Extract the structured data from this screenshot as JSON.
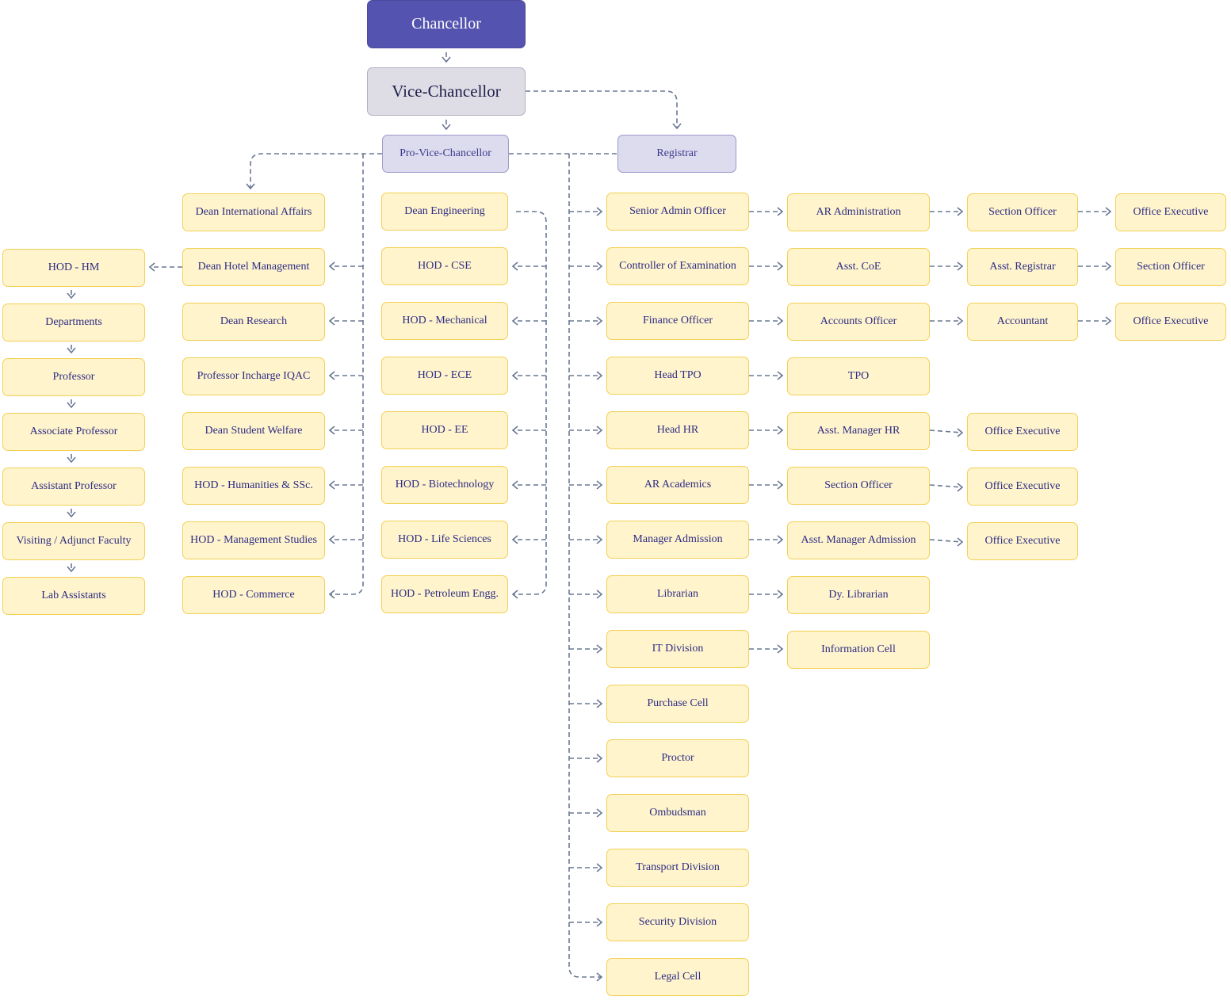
{
  "top": {
    "chancellor": "Chancellor",
    "vice_chancellor": "Vice-Chancellor",
    "pro_vice_chancellor": "Pro-Vice-Chancellor",
    "registrar": "Registrar"
  },
  "academic_ladder": [
    "HOD - HM",
    "Departments",
    "Professor",
    "Associate Professor",
    "Assistant Professor",
    "Visiting / Adjunct Faculty",
    "Lab Assistants"
  ],
  "deans": [
    "Dean International Affairs",
    "Dean Hotel Management",
    "Dean Research",
    "Professor Incharge IQAC",
    "Dean Student Welfare",
    "HOD - Humanities & SSc.",
    "HOD - Management Studies",
    "HOD - Commerce"
  ],
  "engineering": [
    "Dean Engineering",
    "HOD - CSE",
    "HOD - Mechanical",
    "HOD - ECE",
    "HOD - EE",
    "HOD - Biotechnology",
    "HOD - Life Sciences",
    "HOD - Petroleum Engg."
  ],
  "admin_rows": [
    [
      "Senior Admin Officer",
      "AR Administration",
      "Section Officer",
      "Office Executive"
    ],
    [
      "Controller of Examination",
      "Asst. CoE",
      "Asst. Registrar",
      "Section Officer"
    ],
    [
      "Finance Officer",
      "Accounts Officer",
      "Accountant",
      "Office Executive"
    ],
    [
      "Head TPO",
      "TPO"
    ],
    [
      "Head HR",
      "Asst. Manager HR",
      "Office Executive"
    ],
    [
      "AR Academics",
      "Section Officer",
      "Office Executive"
    ],
    [
      "Manager Admission",
      "Asst. Manager Admission",
      "Office Executive"
    ],
    [
      "Librarian",
      "Dy. Librarian"
    ],
    [
      "IT Division",
      "Information Cell"
    ],
    [
      "Purchase Cell"
    ],
    [
      "Proctor"
    ],
    [
      "Ombudsman"
    ],
    [
      "Transport Division"
    ],
    [
      "Security Division"
    ],
    [
      "Legal Cell"
    ]
  ]
}
